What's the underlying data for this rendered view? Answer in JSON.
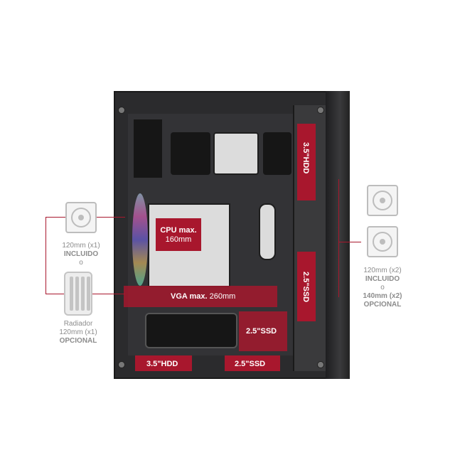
{
  "labels": {
    "cpu_line1": "CPU max.",
    "cpu_line2": "160mm",
    "vga_bold": "VGA max.",
    "vga_value": " 260mm",
    "ssd_right_top": "2.5\"SSD",
    "ssd_mid": "2.5\"SSD",
    "ssd_bottom": "2.5\"SSD",
    "hdd_bottom": "3.5\"HDD",
    "hdd_vertical": "3.5\"HDD"
  },
  "left_fan": {
    "icon": "fan-icon",
    "line1": "120mm (x1)",
    "line2": "INCLUIDO",
    "line3": "o"
  },
  "radiator": {
    "icon": "radiator-icon",
    "line1": "Radiador",
    "line2": "120mm (x1)",
    "line3": "OPCIONAL"
  },
  "right_fans": {
    "icon": "fan-icon",
    "line1": "120mm (x2)",
    "line2": "INCLUIDO",
    "line3": "o",
    "line4": "140mm (x2)",
    "line5": "OPCIONAL"
  },
  "colors": {
    "accent": "#a8172d",
    "chassis": "#2b2b2d",
    "label_gray": "#8c8c8c"
  }
}
